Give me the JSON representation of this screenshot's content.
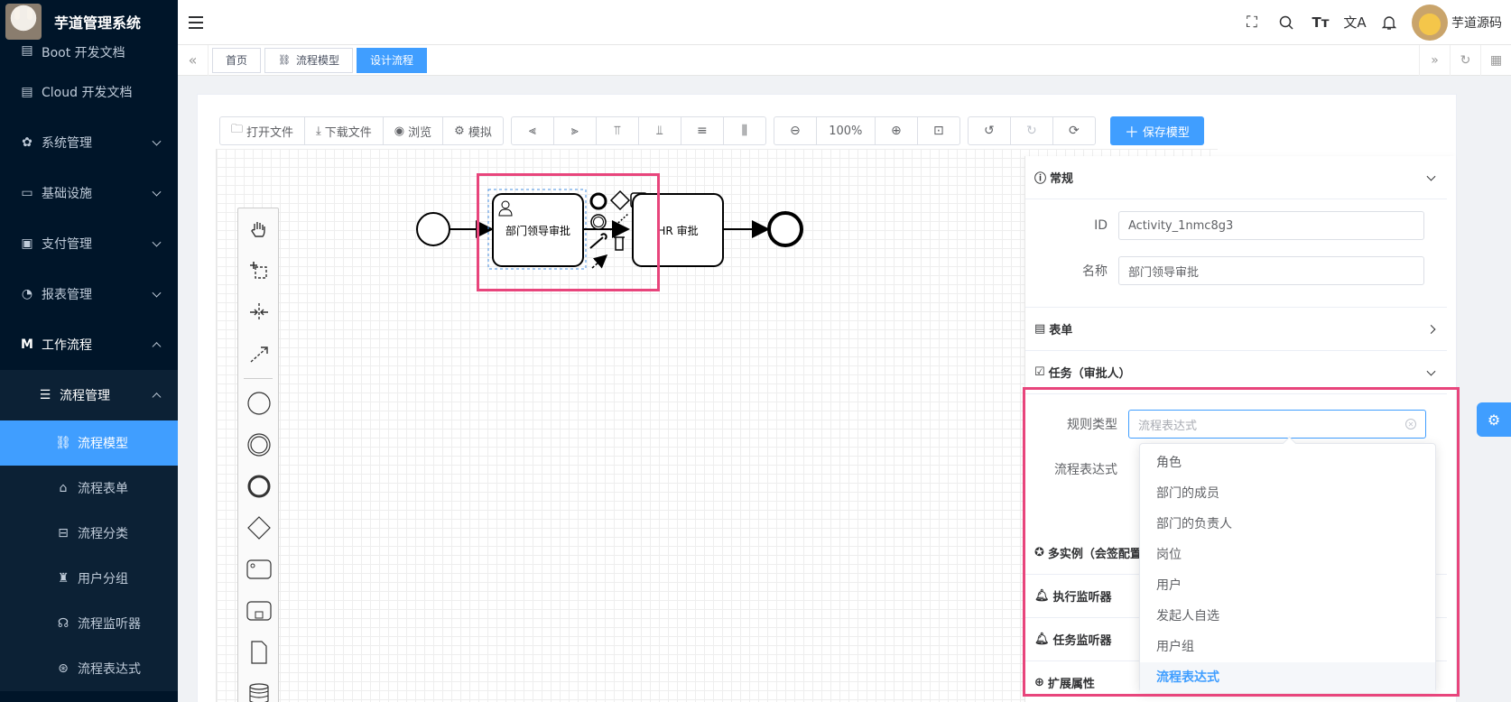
{
  "brand": {
    "title": "芋道管理系统"
  },
  "sidebar": {
    "items": [
      {
        "label": "Boot 开发文档",
        "icon": "document-icon"
      },
      {
        "label": "Cloud 开发文档",
        "icon": "document-icon"
      },
      {
        "label": "系统管理",
        "icon": "gear-icon"
      },
      {
        "label": "基础设施",
        "icon": "monitor-icon"
      },
      {
        "label": "支付管理",
        "icon": "payment-icon"
      },
      {
        "label": "报表管理",
        "icon": "chart-icon"
      },
      {
        "label": "工作流程",
        "icon": "workflow-icon"
      }
    ],
    "group": {
      "label": "流程管理",
      "icon": "list-icon"
    },
    "subitems": [
      {
        "label": "流程模型",
        "icon": "model-icon",
        "selected": true
      },
      {
        "label": "流程表单",
        "icon": "form-icon"
      },
      {
        "label": "流程分类",
        "icon": "category-icon"
      },
      {
        "label": "用户分组",
        "icon": "user-group-icon"
      },
      {
        "label": "流程监听器",
        "icon": "listener-icon"
      },
      {
        "label": "流程表达式",
        "icon": "expression-icon"
      }
    ]
  },
  "header": {
    "username": "芋道源码",
    "icons": [
      "fullscreen-icon",
      "search-icon",
      "font-size-icon",
      "translate-icon",
      "bell-icon"
    ]
  },
  "tags": {
    "items": [
      {
        "label": "首页"
      },
      {
        "label": "流程模型"
      },
      {
        "label": "设计流程",
        "active": true
      }
    ]
  },
  "toolbar": {
    "open_file": "打开文件",
    "download_file": "下载文件",
    "preview": "浏览",
    "simulate": "模拟",
    "zoom": "100%",
    "save": "保存模型"
  },
  "diagram": {
    "task1": "部门领导审批",
    "task2": "HR 审批"
  },
  "properties": {
    "general": {
      "title": "常规",
      "id_label": "ID",
      "id_value": "Activity_1nmc8g3",
      "name_label": "名称",
      "name_value": "部门领导审批"
    },
    "form": {
      "title": "表单"
    },
    "task": {
      "title": "任务（审批人）",
      "rule_label": "规则类型",
      "rule_placeholder": "流程表达式",
      "expr_label": "流程表达式"
    },
    "multi": {
      "title": "多实例（会签配置"
    },
    "exec_listener": {
      "title": "执行监听器"
    },
    "task_listener": {
      "title": "任务监听器"
    },
    "ext": {
      "title": "扩展属性"
    }
  },
  "dropdown": {
    "options": [
      "角色",
      "部门的成员",
      "部门的负责人",
      "岗位",
      "用户",
      "发起人自选",
      "用户组",
      "流程表达式"
    ],
    "selected": "流程表达式"
  },
  "colors": {
    "primary": "#409eff",
    "sidebar": "#001529",
    "highlight": "#e8457c"
  }
}
